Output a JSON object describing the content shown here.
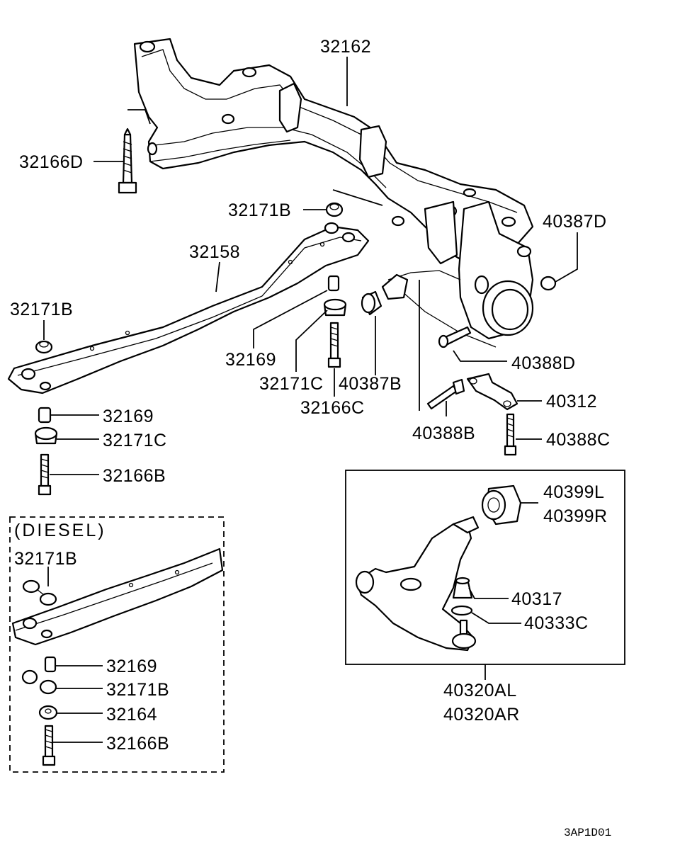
{
  "diagram": {
    "labels": {
      "p32162": "32162",
      "p32166D": "32166D",
      "p32171B_top": "32171B",
      "p32158": "32158",
      "p32171B_left": "32171B",
      "p32169_mid": "32169",
      "p32171C_mid": "32171C",
      "p40387B": "40387B",
      "p32166C": "32166C",
      "p32169_left": "32169",
      "p32171C_left": "32171C",
      "p32166B_left": "32166B",
      "p40387D": "40387D",
      "p40388D": "40388D",
      "p40312": "40312",
      "p40388B": "40388B",
      "p40388C": "40388C",
      "p40399L": "40399L",
      "p40399R": "40399R",
      "p40317": "40317",
      "p40333C": "40333C",
      "p40320AL": "40320AL",
      "p40320AR": "40320AR",
      "diesel_title": "(DIESEL)",
      "d32171B_top": "32171B",
      "d32169": "32169",
      "d32171B_low": "32171B",
      "d32164": "32164",
      "d32166B": "32166B"
    },
    "figure_code": "3AP1D01"
  }
}
